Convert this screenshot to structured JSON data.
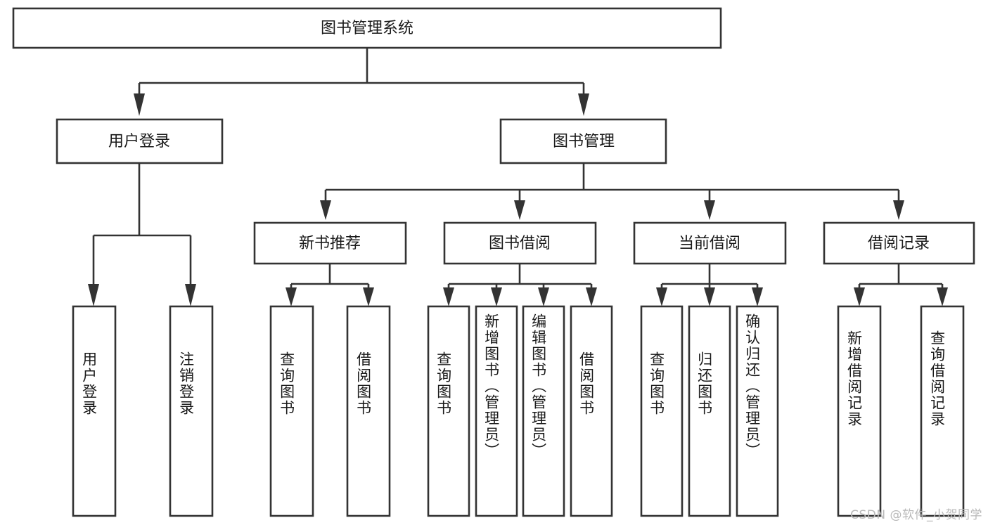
{
  "diagram": {
    "type": "hierarchy-tree",
    "title_node": "图书管理系统",
    "watermark": "CSDN @软件_小贺同学",
    "colors": {
      "box_stroke": "#333333",
      "box_fill": "#ffffff",
      "text": "#1a1a1a",
      "background": "#ffffff",
      "watermark": "#b9b9b9"
    },
    "nodes": {
      "root": "图书管理系统",
      "level2": [
        "用户登录",
        "图书管理"
      ],
      "level3": [
        "新书推荐",
        "图书借阅",
        "当前借阅",
        "借阅记录"
      ],
      "leaves": {
        "user_login": [
          "用户登录",
          "注销登录"
        ],
        "new_book_recommend": [
          "查询图书",
          "借阅图书"
        ],
        "book_borrow": [
          "查询图书",
          "新增图书（管理员）",
          "编辑图书（管理员）",
          "借阅图书"
        ],
        "current_borrow": [
          "查询图书",
          "归还图书",
          "确认归还（管理员）"
        ],
        "borrow_record": [
          "新增借阅记录",
          "查询借阅记录"
        ]
      }
    }
  }
}
